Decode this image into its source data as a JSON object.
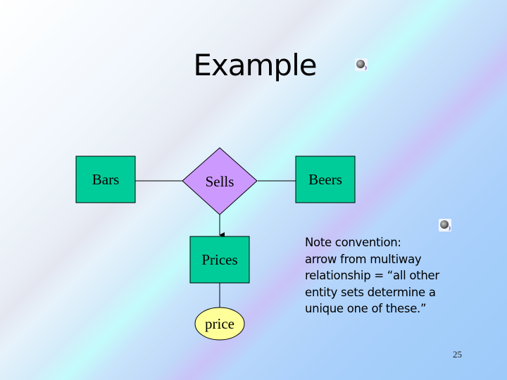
{
  "slide": {
    "title": "Example",
    "page_number": "25",
    "icons": [
      "speaker-icon",
      "speaker-icon"
    ]
  },
  "diagram": {
    "entities": [
      {
        "id": "bars",
        "label": "Bars",
        "type": "entity-set",
        "color": "#00cc99"
      },
      {
        "id": "beers",
        "label": "Beers",
        "type": "entity-set",
        "color": "#00cc99"
      },
      {
        "id": "prices",
        "label": "Prices",
        "type": "entity-set",
        "color": "#00cc99"
      }
    ],
    "relationships": [
      {
        "id": "sells",
        "label": "Sells",
        "type": "relationship",
        "color": "#cc99ff"
      }
    ],
    "attributes": [
      {
        "id": "price",
        "label": "price",
        "type": "attribute",
        "owner": "prices",
        "color": "#ffff99"
      }
    ],
    "edges": [
      {
        "from": "bars",
        "to": "sells",
        "arrow": false
      },
      {
        "from": "sells",
        "to": "beers",
        "arrow": false
      },
      {
        "from": "sells",
        "to": "prices",
        "arrow": true
      },
      {
        "from": "prices",
        "to": "price",
        "arrow": false
      }
    ]
  },
  "note": {
    "lines": [
      "Note convention:",
      "arrow from multiway",
      "relationship = “all other",
      "entity sets determine a",
      "unique one of these.”"
    ]
  }
}
